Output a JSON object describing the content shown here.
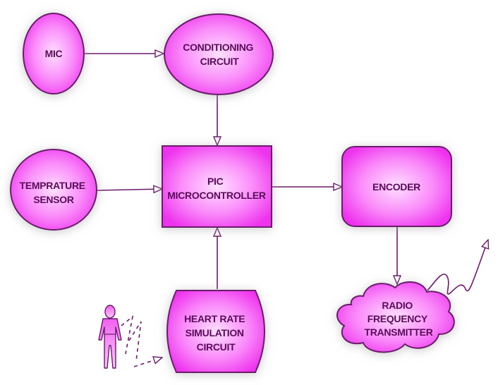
{
  "diagram": {
    "type": "block-diagram",
    "nodes": {
      "mic": {
        "lines": [
          "MIC"
        ],
        "shape": "ellipse"
      },
      "conditioning": {
        "lines": [
          "CONDITIONING",
          "CIRCUIT"
        ],
        "shape": "ellipse"
      },
      "temp": {
        "lines": [
          "TEMPRATURE",
          "SENSOR"
        ],
        "shape": "ellipse"
      },
      "pic": {
        "lines": [
          "PIC",
          "MICROCONTROLLER"
        ],
        "shape": "rectangle"
      },
      "encoder": {
        "lines": [
          "ENCODER"
        ],
        "shape": "rounded-rectangle"
      },
      "heart": {
        "lines": [
          "HEART RATE",
          "SIMULATION",
          "CIRCUIT"
        ],
        "shape": "stadium"
      },
      "rf": {
        "lines": [
          "RADIO",
          "FREQUENCY",
          "TRANSMITTER"
        ],
        "shape": "cloud"
      }
    },
    "edges": [
      {
        "from": "mic",
        "to": "conditioning"
      },
      {
        "from": "conditioning",
        "to": "pic"
      },
      {
        "from": "temp",
        "to": "pic"
      },
      {
        "from": "heart",
        "to": "pic"
      },
      {
        "from": "pic",
        "to": "encoder"
      },
      {
        "from": "encoder",
        "to": "rf"
      },
      {
        "from": "person",
        "to": "heart",
        "style": "dashed"
      },
      {
        "from": "rf",
        "to": "air",
        "style": "wave"
      }
    ],
    "icons": [
      "person-icon",
      "radio-wave-icon"
    ],
    "colors": {
      "fill_center": "#ffd6ff",
      "fill_edge": "#f03cf0",
      "stroke": "#6b1a6b",
      "text": "#5a0a5a"
    }
  }
}
